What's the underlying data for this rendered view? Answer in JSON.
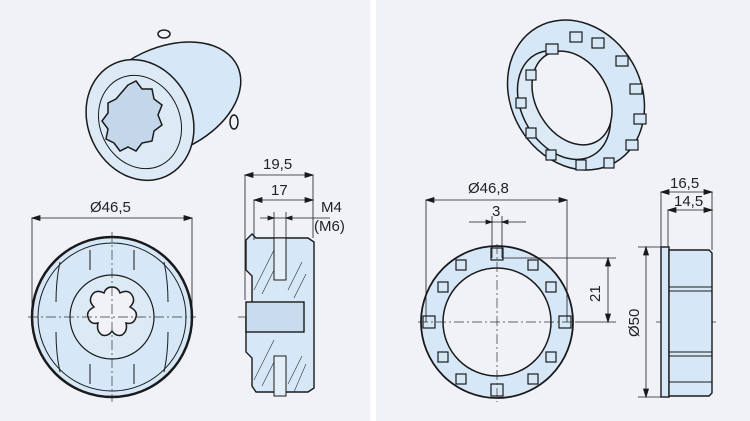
{
  "colors": {
    "background": "#f0f2f8",
    "divider": "#ffffff",
    "part_fill": "#d6e8f7",
    "line": "#1a1a1a"
  },
  "left_part": {
    "name": "round adapter with star drive",
    "dimensions": {
      "diameter": "Ø46,5",
      "overall_length": "19,5",
      "body_length": "17",
      "thread": "M4",
      "thread_alt": "(M6)"
    }
  },
  "right_part": {
    "name": "toothed ring adapter",
    "dimensions": {
      "diameter": "Ø46,8",
      "slot_width": "3",
      "height_to_center": "21",
      "outer_diameter": "Ø50",
      "overall_length": "16,5",
      "body_length": "14,5"
    }
  }
}
